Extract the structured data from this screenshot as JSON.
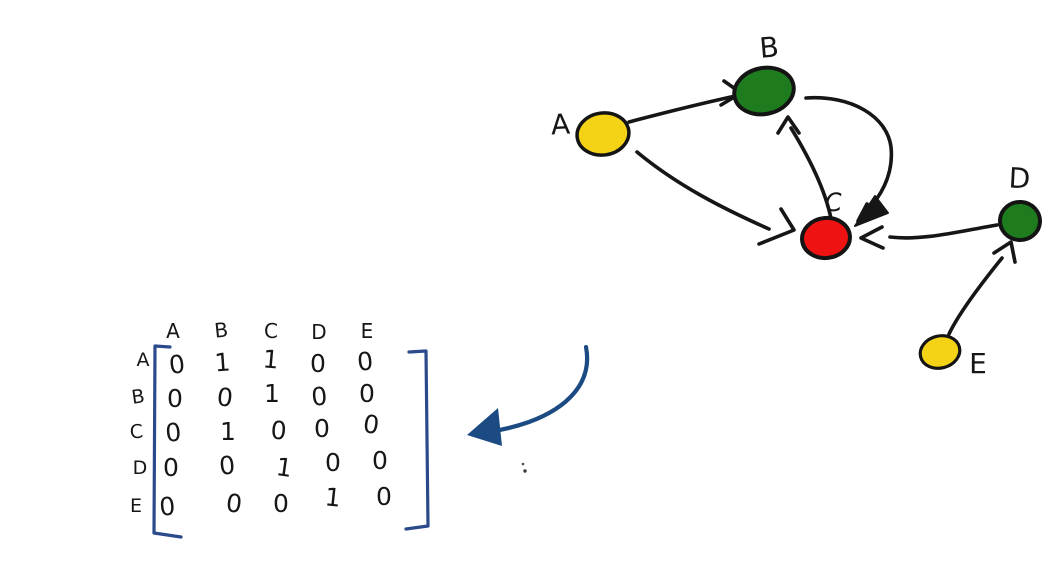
{
  "graph": {
    "nodes": [
      {
        "id": "A",
        "label": "A",
        "color": "#f4d316"
      },
      {
        "id": "B",
        "label": "B",
        "color": "#1e7c1e"
      },
      {
        "id": "C",
        "label": "C",
        "color": "#ee1212"
      },
      {
        "id": "D",
        "label": "D",
        "color": "#1e7c1e"
      },
      {
        "id": "E",
        "label": "E",
        "color": "#f4d316"
      }
    ],
    "edges": [
      {
        "from": "A",
        "to": "B"
      },
      {
        "from": "A",
        "to": "C"
      },
      {
        "from": "B",
        "to": "C"
      },
      {
        "from": "C",
        "to": "B"
      },
      {
        "from": "D",
        "to": "C"
      },
      {
        "from": "E",
        "to": "D"
      }
    ]
  },
  "matrix": {
    "column_headers": [
      "A",
      "B",
      "C",
      "D",
      "E"
    ],
    "row_headers": [
      "A",
      "B",
      "C",
      "D",
      "E"
    ],
    "rows": [
      [
        0,
        1,
        1,
        0,
        0
      ],
      [
        0,
        0,
        1,
        0,
        0
      ],
      [
        0,
        1,
        0,
        0,
        0
      ],
      [
        0,
        0,
        1,
        0,
        0
      ],
      [
        0,
        0,
        0,
        1,
        0
      ]
    ],
    "value_colors": {
      "0": "#da2030",
      "1": "#2e8b2e"
    },
    "bracket_color": "#2a4a8c"
  },
  "annotation": {
    "arrow_color": "#1b4b82"
  }
}
